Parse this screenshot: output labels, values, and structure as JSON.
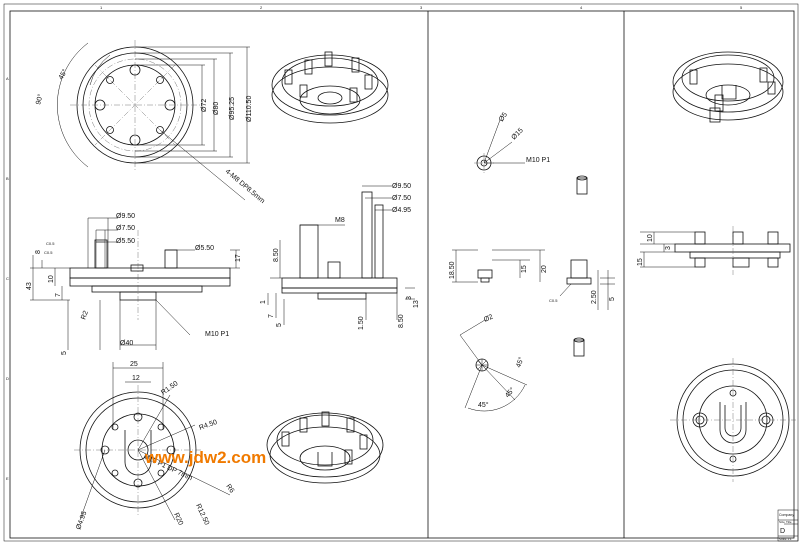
{
  "sheet": {
    "zone_numbers": [
      "1",
      "2",
      "3",
      "4",
      "5"
    ],
    "zone_letters": [
      "A",
      "B",
      "C",
      "D",
      "E"
    ]
  },
  "left_part": {
    "top_view": {
      "angle_main": "90°",
      "angle_sub": "45°",
      "diameters": [
        "Ø72",
        "Ø80",
        "Ø95.25",
        "Ø110.50"
      ],
      "hole_callout": "4-M8 DP8.5mm"
    },
    "front_view": {
      "dims_top": [
        "Ø9.50",
        "Ø7.50",
        "Ø5.50",
        "Ø5.50"
      ],
      "dims_left": [
        "8",
        "C0.5",
        "C0.5",
        "43",
        "10",
        "7",
        "5"
      ],
      "dim_right": "17",
      "dim_r": "R2",
      "thread": "M10 P1",
      "dia_bottom": "Ø40"
    },
    "side_view": {
      "thread": "M8",
      "dims_top": [
        "Ø9.50",
        "Ø7.50",
        "Ø4.95"
      ],
      "dims_left": [
        "8.50",
        "1",
        "7",
        "5"
      ],
      "dims_bottom": [
        "1.50",
        "8.50",
        "3",
        "13"
      ]
    },
    "bottom_view": {
      "dims": [
        "25",
        "12",
        "R1.50",
        "R4.50",
        "M10 P1 DP 7mm",
        "R6",
        "R12.50",
        "R20",
        "Ø4.95"
      ]
    }
  },
  "middle_part": {
    "top_view": {
      "dims": [
        "Ø5",
        "Ø15",
        "M10 P1"
      ]
    },
    "front_view": {
      "dims": [
        "18.50",
        "15",
        "20",
        "2.50",
        "5",
        "C0.5"
      ]
    },
    "detail_view": {
      "dims": [
        "Ø2",
        "45°",
        "45°",
        "45°"
      ]
    }
  },
  "right_part": {
    "front_view": {
      "dims": [
        "10",
        "3",
        "15"
      ]
    }
  },
  "title_block": {
    "company_label": "Company",
    "size_label": "Size",
    "title_label": "Title",
    "size_value": "D",
    "scale_label": "Scale 1:1"
  },
  "watermark": "www.jdw2.com"
}
